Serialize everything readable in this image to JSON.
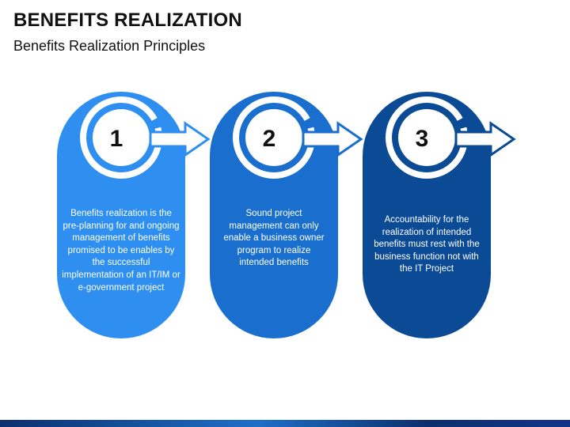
{
  "header": {
    "title": "BENEFITS REALIZATION",
    "subtitle": "Benefits Realization Principles"
  },
  "steps": [
    {
      "number": "1",
      "text": "Benefits realization is the pre-planning for and ongoing management of benefits promised to be enables by the successful implementation of an IT/IM or e-government project",
      "color": "#2e8ff0",
      "ring_color": "#2e8ff0"
    },
    {
      "number": "2",
      "text": "Sound project management can only enable a business owner program to realize intended benefits",
      "color": "#1a6fce",
      "ring_color": "#1a6fce"
    },
    {
      "number": "3",
      "text": "Accountability for the realization of intended benefits must rest with the business function not with the IT Project",
      "color": "#0b4a95",
      "ring_color": "#0b4a95"
    }
  ],
  "colors": {
    "arrow_fill": "#ffffff",
    "number_text": "#111111"
  }
}
